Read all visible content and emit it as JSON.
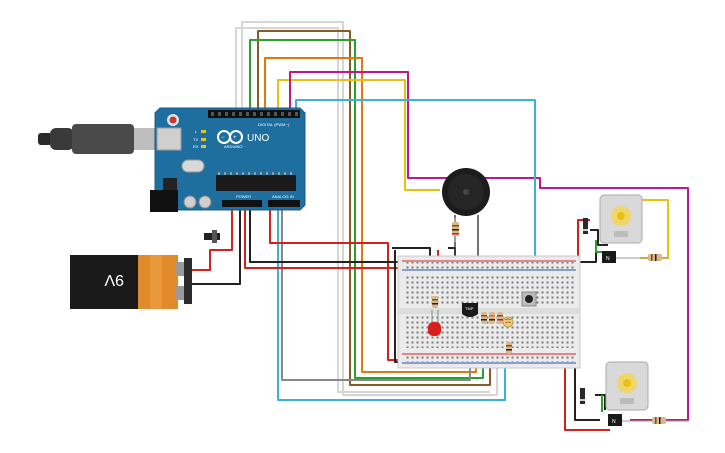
{
  "arduino": {
    "brand": "ARDUINO",
    "model": "UNO",
    "digital_label": "DIGITAL (PWM~)",
    "power_label": "POWER",
    "analog_label": "ANALOG IN",
    "led_labels": [
      "L",
      "TX",
      "RX"
    ],
    "board_color": "#1e6f9f"
  },
  "battery": {
    "label": "9V",
    "body_color": "#1a1a1a",
    "cap_color": "#e08a2c"
  },
  "ic_label": "TMP",
  "transistor_labels": [
    "N",
    "N"
  ],
  "wire_colors": {
    "red": "#d62020",
    "black": "#222222",
    "green": "#2aa12a",
    "orange": "#e07a10",
    "yellow": "#e8c210",
    "magenta": "#c0188a",
    "cyan": "#39b4d6",
    "white": "#d8d8d8",
    "brown": "#8a5a2a",
    "gray": "#888888"
  }
}
